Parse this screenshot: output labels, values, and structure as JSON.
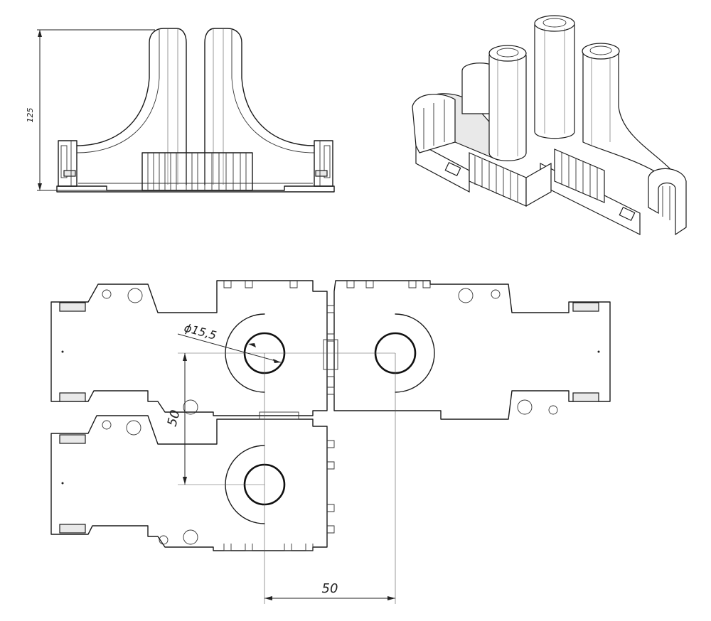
{
  "dimensions": {
    "height_label": "125",
    "diameter_label": "ϕ15,5",
    "vertical_spacing_label": "50",
    "horizontal_spacing_label": "50"
  },
  "views": [
    "front-view",
    "isometric-view",
    "plan-view"
  ]
}
